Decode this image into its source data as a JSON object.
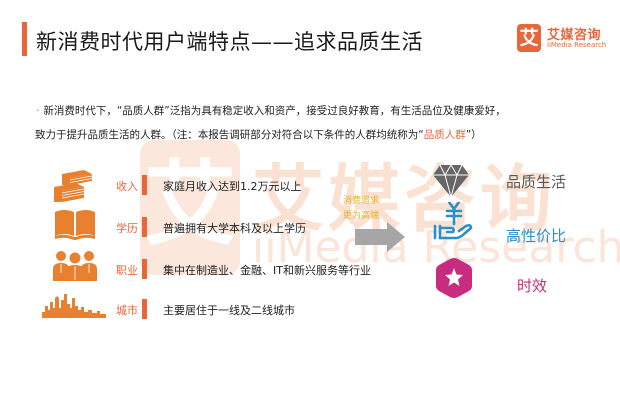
{
  "header": {
    "title": "新消费时代用户端特点——追求品质生活",
    "accent_color": "#e8663a"
  },
  "logo": {
    "mark": "艾",
    "name_cn": "艾媒咨询",
    "name_en": "iiMedia Research"
  },
  "watermark": {
    "mark": "艾",
    "name_cn": "艾媒咨询",
    "name_en": "iiMedia Research"
  },
  "description": {
    "bullet": "·",
    "line1_a": "新消费时代下，“品质人群”泛指为具有稳定收入和资产，接受过良好教育，有生活品位及健康爱好，",
    "line2_a": "致力于提升品质生活的人群。（注：本报告调研部分对符合以下条件的人群均统称为“",
    "line2_highlight": "品质人群",
    "line2_b": "”）"
  },
  "criteria": [
    {
      "icon": "money-stack-icon",
      "label": "收入",
      "text": "家庭月收入达到1.2万元以上"
    },
    {
      "icon": "open-book-icon",
      "label": "学历",
      "text": "普遍拥有大学本科及以上学历"
    },
    {
      "icon": "people-group-icon",
      "label": "职业",
      "text": "集中在制造业、金融、IT和新兴服务等行业"
    },
    {
      "icon": "city-skyline-icon",
      "label": "城市",
      "text": "主要居住于一线及二线城市"
    }
  ],
  "transition": {
    "line1": "消费追求",
    "line2": "更为高端",
    "arrow_color": "#a6a6a6",
    "text_color": "#e6b22a"
  },
  "outcomes": [
    {
      "icon": "diamond-icon",
      "label": "品质生活",
      "color": "#595959"
    },
    {
      "icon": "hand-yuan-icon",
      "label": "高性价比",
      "color": "#2a8fc9"
    },
    {
      "icon": "star-hexagon-icon",
      "label": "时效",
      "color": "#c72c7e"
    }
  ]
}
